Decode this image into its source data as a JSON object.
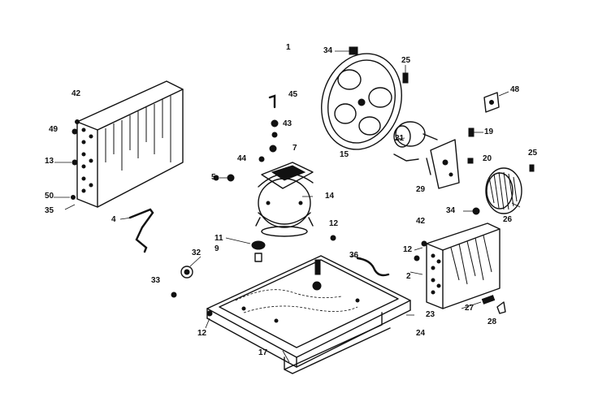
{
  "diagram": {
    "labels": [
      {
        "key": "l1",
        "text": "1"
      },
      {
        "key": "l34a",
        "text": "34"
      },
      {
        "key": "l25a",
        "text": "25"
      },
      {
        "key": "l48",
        "text": "48"
      },
      {
        "key": "l42a",
        "text": "42"
      },
      {
        "key": "l49",
        "text": "49"
      },
      {
        "key": "l13",
        "text": "13"
      },
      {
        "key": "l50",
        "text": "50"
      },
      {
        "key": "l35",
        "text": "35"
      },
      {
        "key": "l4",
        "text": "4"
      },
      {
        "key": "l45",
        "text": "45"
      },
      {
        "key": "l43",
        "text": "43"
      },
      {
        "key": "l7",
        "text": "7"
      },
      {
        "key": "l44",
        "text": "44"
      },
      {
        "key": "l5",
        "text": "5"
      },
      {
        "key": "l14",
        "text": "14"
      },
      {
        "key": "l15",
        "text": "15"
      },
      {
        "key": "l21",
        "text": "21"
      },
      {
        "key": "l19",
        "text": "19"
      },
      {
        "key": "l20",
        "text": "20"
      },
      {
        "key": "l25b",
        "text": "25"
      },
      {
        "key": "l29",
        "text": "29"
      },
      {
        "key": "l26",
        "text": "26"
      },
      {
        "key": "l34b",
        "text": "34"
      },
      {
        "key": "l12a",
        "text": "12"
      },
      {
        "key": "l11",
        "text": "11"
      },
      {
        "key": "l9",
        "text": "9"
      },
      {
        "key": "l32",
        "text": "32"
      },
      {
        "key": "l33",
        "text": "33"
      },
      {
        "key": "l36",
        "text": "36"
      },
      {
        "key": "l42b",
        "text": "42"
      },
      {
        "key": "l12b",
        "text": "12"
      },
      {
        "key": "l2",
        "text": "2"
      },
      {
        "key": "l23",
        "text": "23"
      },
      {
        "key": "l27",
        "text": "27"
      },
      {
        "key": "l28",
        "text": "28"
      },
      {
        "key": "l24",
        "text": "24"
      },
      {
        "key": "l12c",
        "text": "12"
      },
      {
        "key": "l17",
        "text": "17"
      }
    ]
  }
}
